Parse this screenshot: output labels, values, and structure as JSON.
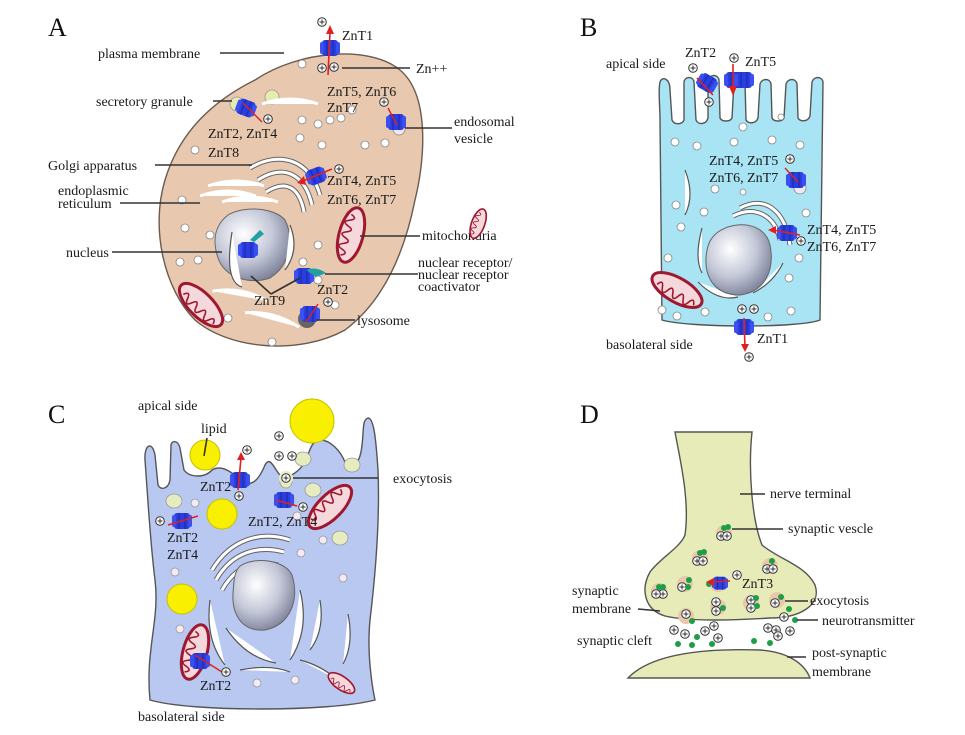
{
  "figure": {
    "panels": [
      {
        "id": "A",
        "letter": "A",
        "labels": {
          "plasma_membrane": "plasma membrane",
          "secretory_granule": "secretory granule",
          "golgi": "Golgi apparatus",
          "er_line1": "endoplasmic",
          "er_line2": "reticulum",
          "nucleus": "nucleus",
          "znt1": "ZnT1",
          "zn": "Zn++",
          "znt567_l1": "ZnT5, ZnT6",
          "znt567_l2": "ZnT7",
          "endosomal_l1": "endosomal",
          "endosomal_l2": "vesicle",
          "znt248_l1": "ZnT2, ZnT4",
          "znt248_l2": "ZnT8",
          "golgi_znt_l1": "ZnT4, ZnT5",
          "golgi_znt_l2": "ZnT6, ZnT7",
          "mitochondria": "mitochondria",
          "nr_l1": "nuclear receptor/",
          "nr_l2": "nuclear receptor",
          "nr_l3": "coactivator",
          "znt9": "ZnT9",
          "znt2": "ZnT2",
          "lysosome": "lysosome"
        }
      },
      {
        "id": "B",
        "letter": "B",
        "labels": {
          "apical": "apical side",
          "znt2": "ZnT2",
          "znt5": "ZnT5",
          "ves_znt_l1": "ZnT4, ZnT5",
          "ves_znt_l2": "ZnT6, ZnT7",
          "golgi_znt_l1": "ZnT4, ZnT5",
          "golgi_znt_l2": "ZnT6, ZnT7",
          "basolateral": "basolateral side",
          "znt1": "ZnT1"
        }
      },
      {
        "id": "C",
        "letter": "C",
        "labels": {
          "apical": "apical side",
          "lipid": "lipid",
          "znt2_top": "ZnT2",
          "exocytosis": "exocytosis",
          "znt24": "ZnT2, ZnT4",
          "left_l1": "ZnT2",
          "left_l2": "ZnT4",
          "mito_znt2": "ZnT2",
          "basolateral": "basolateral side"
        }
      },
      {
        "id": "D",
        "letter": "D",
        "labels": {
          "nerve_terminal": "nerve terminal",
          "synaptic_vesicle": "synaptic vescle",
          "znt3": "ZnT3",
          "synaptic_membrane_l1": "synaptic",
          "synaptic_membrane_l2": "membrane",
          "exocytosis": "exocytosis",
          "neurotransmitter": "neurotransmitter",
          "synaptic_cleft": "synaptic cleft",
          "post_l1": "post-synaptic",
          "post_l2": "membrane"
        }
      }
    ],
    "colors": {
      "cell_A": "#e8c8ae",
      "cell_B": "#a8e4f4",
      "cell_C": "#b8c8f0",
      "cell_D": "#e6ebb8",
      "transporter": "#2a3ee0",
      "arrow": "#e02020",
      "lipid": "#f8f000",
      "mitochondria": "#b0203a",
      "neurotransmitter": "#1f9e4a"
    }
  }
}
